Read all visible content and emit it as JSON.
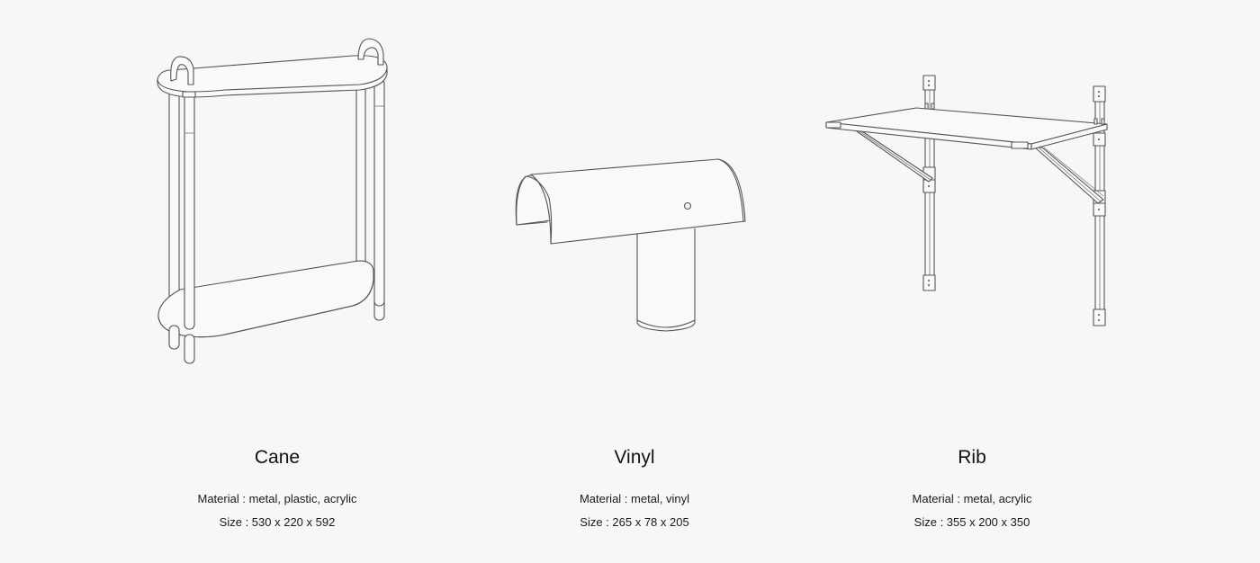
{
  "products": [
    {
      "name": "Cane",
      "material": "Material : metal, plastic, acrylic",
      "size": "Size : 530 x 220 x 592",
      "illustration": "side-table-line-drawing"
    },
    {
      "name": "Vinyl",
      "material": "Material : metal, vinyl",
      "size": "Size : 265 x 78 x 205",
      "illustration": "table-lamp-line-drawing"
    },
    {
      "name": "Rib",
      "material": "Material : metal, acrylic",
      "size": "Size : 355 x 200 x 350",
      "illustration": "wall-shelf-line-drawing"
    }
  ],
  "colors": {
    "background": "#f7f7f7",
    "text": "#111111",
    "line": "#555555"
  }
}
